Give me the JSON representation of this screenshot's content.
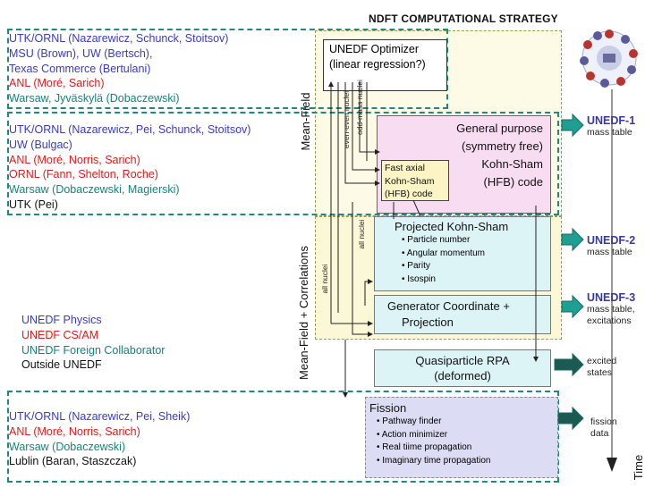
{
  "title": "NDFT COMPUTATIONAL STRATEGY",
  "collaborator_groups": [
    {
      "lines": [
        {
          "text": "UTK/ORNL (Nazarewicz, Schunck, Stoitsov)",
          "cls": "c-blue"
        },
        {
          "text": "MSU (Brown), UW (Bertsch),",
          "cls": "c-blue"
        },
        {
          "text": "Texas Commerce (Bertulani)",
          "cls": "c-blue"
        },
        {
          "text": "ANL (Moré, Sarich)",
          "cls": "c-red"
        },
        {
          "text": "Warsaw, Jyväskylä  (Dobaczewski)",
          "cls": "c-teal"
        }
      ]
    },
    {
      "lines": [
        {
          "text": "UTK/ORNL (Nazarewicz, Pei, Schunck, Stoitsov)",
          "cls": "c-blue"
        },
        {
          "text": "UW (Bulgac)",
          "cls": "c-blue"
        },
        {
          "text": "ANL (Moré, Norris, Sarich)",
          "cls": "c-red"
        },
        {
          "text": "ORNL (Fann, Shelton, Roche)",
          "cls": "c-red"
        },
        {
          "text": "Warsaw (Dobaczewski, Magierski)",
          "cls": "c-teal"
        },
        {
          "text": "UTK (Pei)",
          "cls": "c-black"
        }
      ]
    },
    {
      "lines": [
        {
          "text": "UTK/ORNL (Nazarewicz, Pei, Sheik)",
          "cls": "c-blue"
        },
        {
          "text": "ANL (Moré, Norris, Sarich)",
          "cls": "c-red"
        },
        {
          "text": "Warsaw (Dobaczewski)",
          "cls": "c-teal"
        },
        {
          "text": "Lublin (Baran, Staszczak)",
          "cls": "c-black"
        }
      ]
    }
  ],
  "legend": [
    {
      "text": "UNEDF Physics",
      "cls": "c-blue"
    },
    {
      "text": "UNEDF CS/AM",
      "cls": "c-red"
    },
    {
      "text": "UNEDF Foreign Collaborator",
      "cls": "c-teal"
    },
    {
      "text": "Outside UNEDF",
      "cls": "c-black"
    }
  ],
  "side_labels": {
    "mean_field": "Mean-Field",
    "mean_field_correlations": "Mean-Field + Correlations"
  },
  "arrow_labels": {
    "even_even": "even-even nuclei",
    "odd_mass": "odd-mass nuclei",
    "all_nuclei_1": "all nuclei",
    "all_nuclei_2": "all nuclei"
  },
  "boxes": {
    "optimizer": {
      "line1": "UNEDF Optimizer",
      "line2": "(linear regression?)"
    },
    "general_purpose": {
      "line1": "General purpose",
      "line2": "(symmetry free)",
      "line3": "Kohn-Sham",
      "line4": "(HFB) code"
    },
    "fast_axial": {
      "line1": "Fast axial",
      "line2": "Kohn-Sham",
      "line3": "(HFB) code"
    },
    "projected": {
      "title": "Projected Kohn-Sham",
      "items": [
        "Particle number",
        "Angular momentum",
        "Parity",
        "Isospin"
      ]
    },
    "generator": {
      "line1": "Generator Coordinate +",
      "line2": "Projection"
    },
    "qrpa": {
      "line1": "Quasiparticle RPA",
      "line2": "(deformed)"
    },
    "fission": {
      "title": "Fission",
      "items": [
        "Pathway finder",
        "Action minimizer",
        "Real tiime propagation",
        "Imaginary time propagation"
      ]
    }
  },
  "outputs": [
    {
      "title": "UNEDF-1",
      "sub": [
        "mass table"
      ]
    },
    {
      "title": "UNEDF-2",
      "sub": [
        "mass table"
      ]
    },
    {
      "title": "UNEDF-3",
      "sub": [
        "mass table,",
        "excitations"
      ]
    },
    {
      "title": "",
      "sub": [
        "excited",
        "states"
      ]
    },
    {
      "title": "",
      "sub": [
        "fission",
        "data"
      ]
    }
  ],
  "time_label": "Time",
  "colors": {
    "teal_dash": "#1e8a80",
    "gp_fill": "#f7dcf2",
    "cyan_fill": "#dcf4f6",
    "fission_fill": "#dcdcf4",
    "yellow_fill": "#fbf8d8",
    "arrow_teal": "#1f9e92"
  }
}
